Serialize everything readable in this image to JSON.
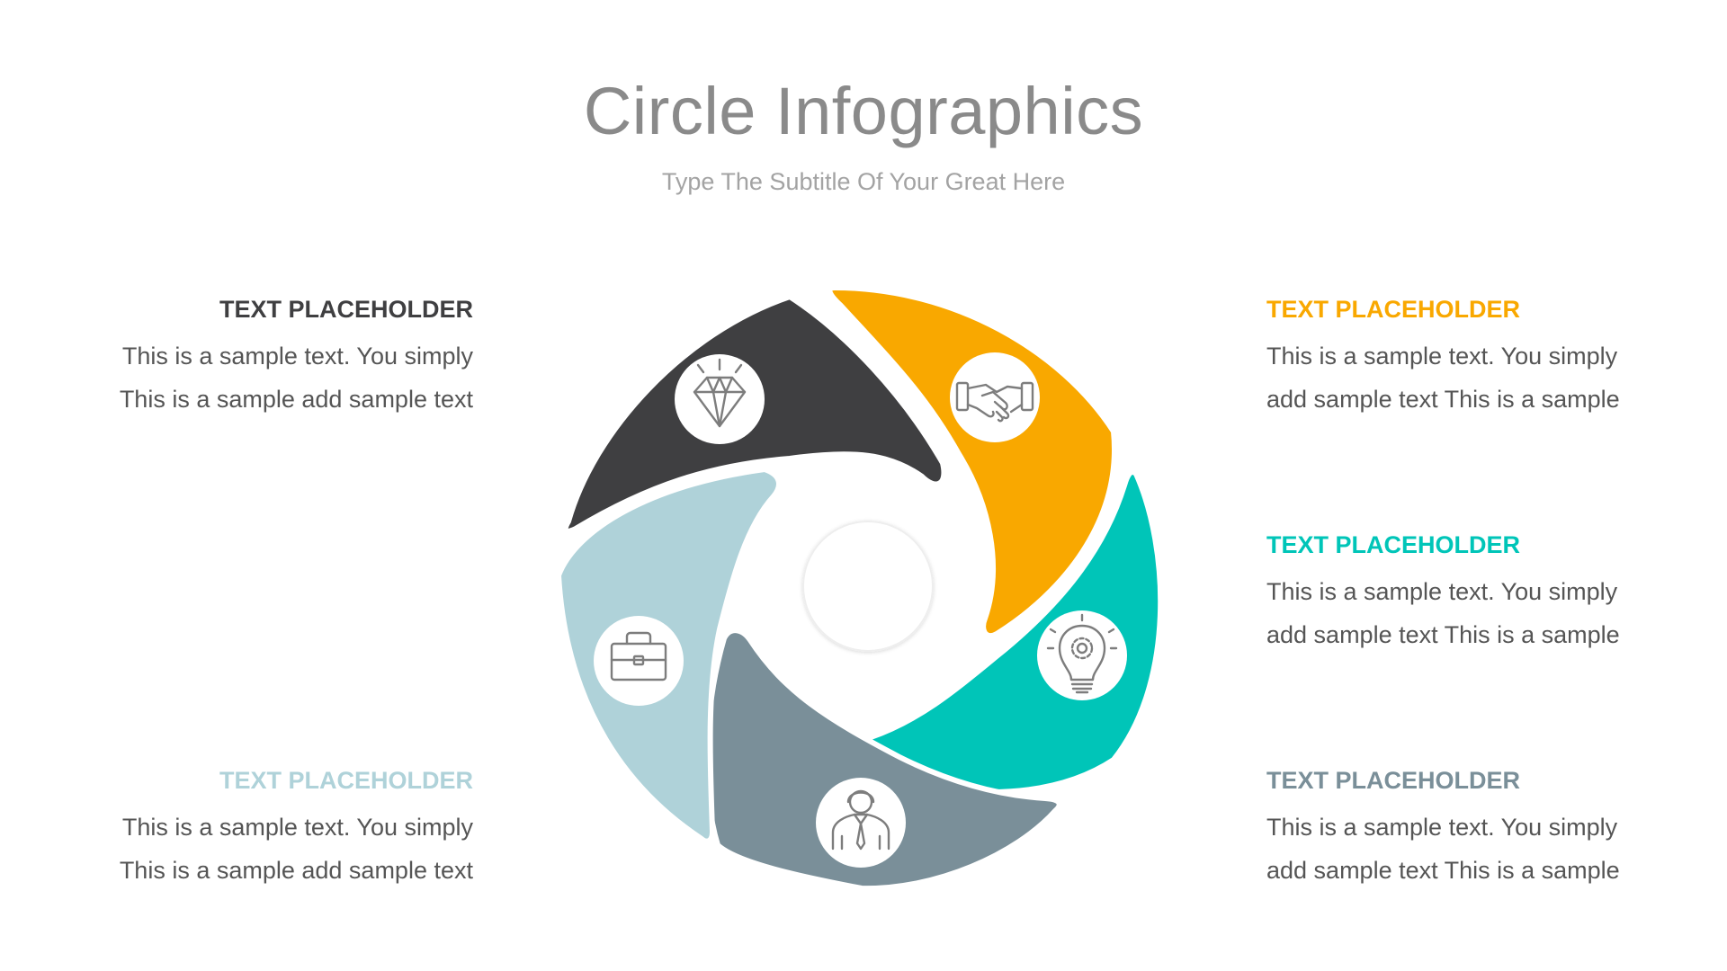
{
  "title": "Circle Infographics",
  "subtitle": "Type The Subtitle Of Your Great Here",
  "colors": {
    "dark": "#3f3f41",
    "orange": "#f9a800",
    "teal": "#00c5b8",
    "slate": "#7a8f99",
    "light_blue": "#afd2d9"
  },
  "segments": [
    {
      "color": "#3f3f41",
      "icon": "diamond-icon"
    },
    {
      "color": "#f9a800",
      "icon": "handshake-icon"
    },
    {
      "color": "#00c5b8",
      "icon": "lightbulb-gear-icon"
    },
    {
      "color": "#7a8f99",
      "icon": "businessman-icon"
    },
    {
      "color": "#afd2d9",
      "icon": "briefcase-icon"
    }
  ],
  "blocks": {
    "top_left": {
      "heading": "TEXT PLACEHOLDER",
      "color": "#3f3f41",
      "line1": "This is a sample text. You simply",
      "line2": "This is a sample add sample text"
    },
    "bottom_left": {
      "heading": "TEXT PLACEHOLDER",
      "color": "#afd2d9",
      "line1": "This is a sample text. You simply",
      "line2": "This is a sample add sample text"
    },
    "top_right": {
      "heading": "TEXT PLACEHOLDER",
      "color": "#f9a800",
      "line1": "This is a sample text. You simply",
      "line2": "add sample text This is a sample"
    },
    "middle_right": {
      "heading": "TEXT PLACEHOLDER",
      "color": "#00c5b8",
      "line1": "This is a sample text. You simply",
      "line2": "add sample text This is a sample"
    },
    "bottom_right": {
      "heading": "TEXT PLACEHOLDER",
      "color": "#7a8f99",
      "line1": "This is a sample text. You simply",
      "line2": "add sample text This is a sample"
    }
  }
}
